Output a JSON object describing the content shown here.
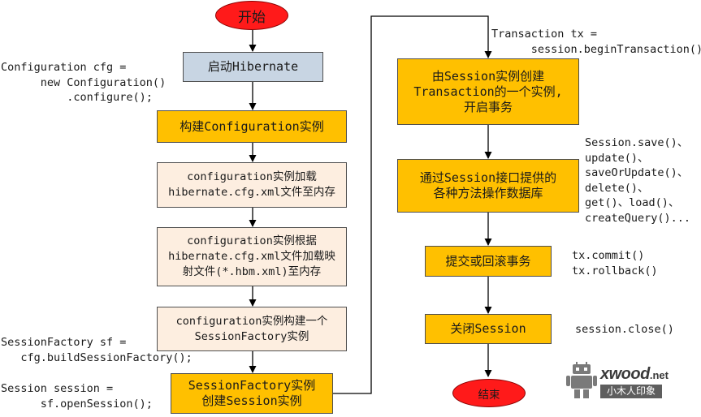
{
  "colors": {
    "process": "#ffc000",
    "detail": "#fdeee0",
    "hibernate": "#c8d5e3",
    "terminal": "#ff1a1a",
    "arrow": "#000000"
  },
  "start": "开始",
  "end": "结束",
  "left_column": {
    "start_hibernate": "启动Hibernate",
    "build_configuration": "构建Configuration实例",
    "load_cfg_xml": "configuration实例加载\nhibernate.cfg.xml文件至内存",
    "load_mapping": "configuration实例根据\nhibernate.cfg.xml文件加载映\n射文件(*.hbm.xml)至内存",
    "build_session_factory": "configuration实例构建一个\nSessionFactory实例",
    "create_session": "SessionFactory实例\n创建Session实例"
  },
  "right_column": {
    "create_transaction": "由Session实例创建\nTransaction的一个实例,\n开启事务",
    "operate_database": "通过Session接口提供的\n各种方法操作数据库",
    "commit_or_rollback": "提交或回滚事务",
    "close_session": "关闭Session"
  },
  "code": {
    "configuration": "Configuration cfg =\n      new Configuration()\n          .configure();",
    "session_factory": "SessionFactory sf =\n   cfg.buildSessionFactory();",
    "open_session": "Session session =\n      sf.openSession();",
    "transaction": "Transaction tx =\n      session.beginTransaction();",
    "session_methods": "Session.save()、\nupdate()、\nsaveOrUpdate()、\ndelete()、\nget()、load()、\ncreateQuery()...",
    "commit_rollback": "tx.commit()\ntx.rollback()",
    "close": "session.close()"
  },
  "watermark": {
    "brand": "xwood",
    "suffix": ".net",
    "subtitle": "小木人印象",
    "icon": "robot-icon"
  }
}
